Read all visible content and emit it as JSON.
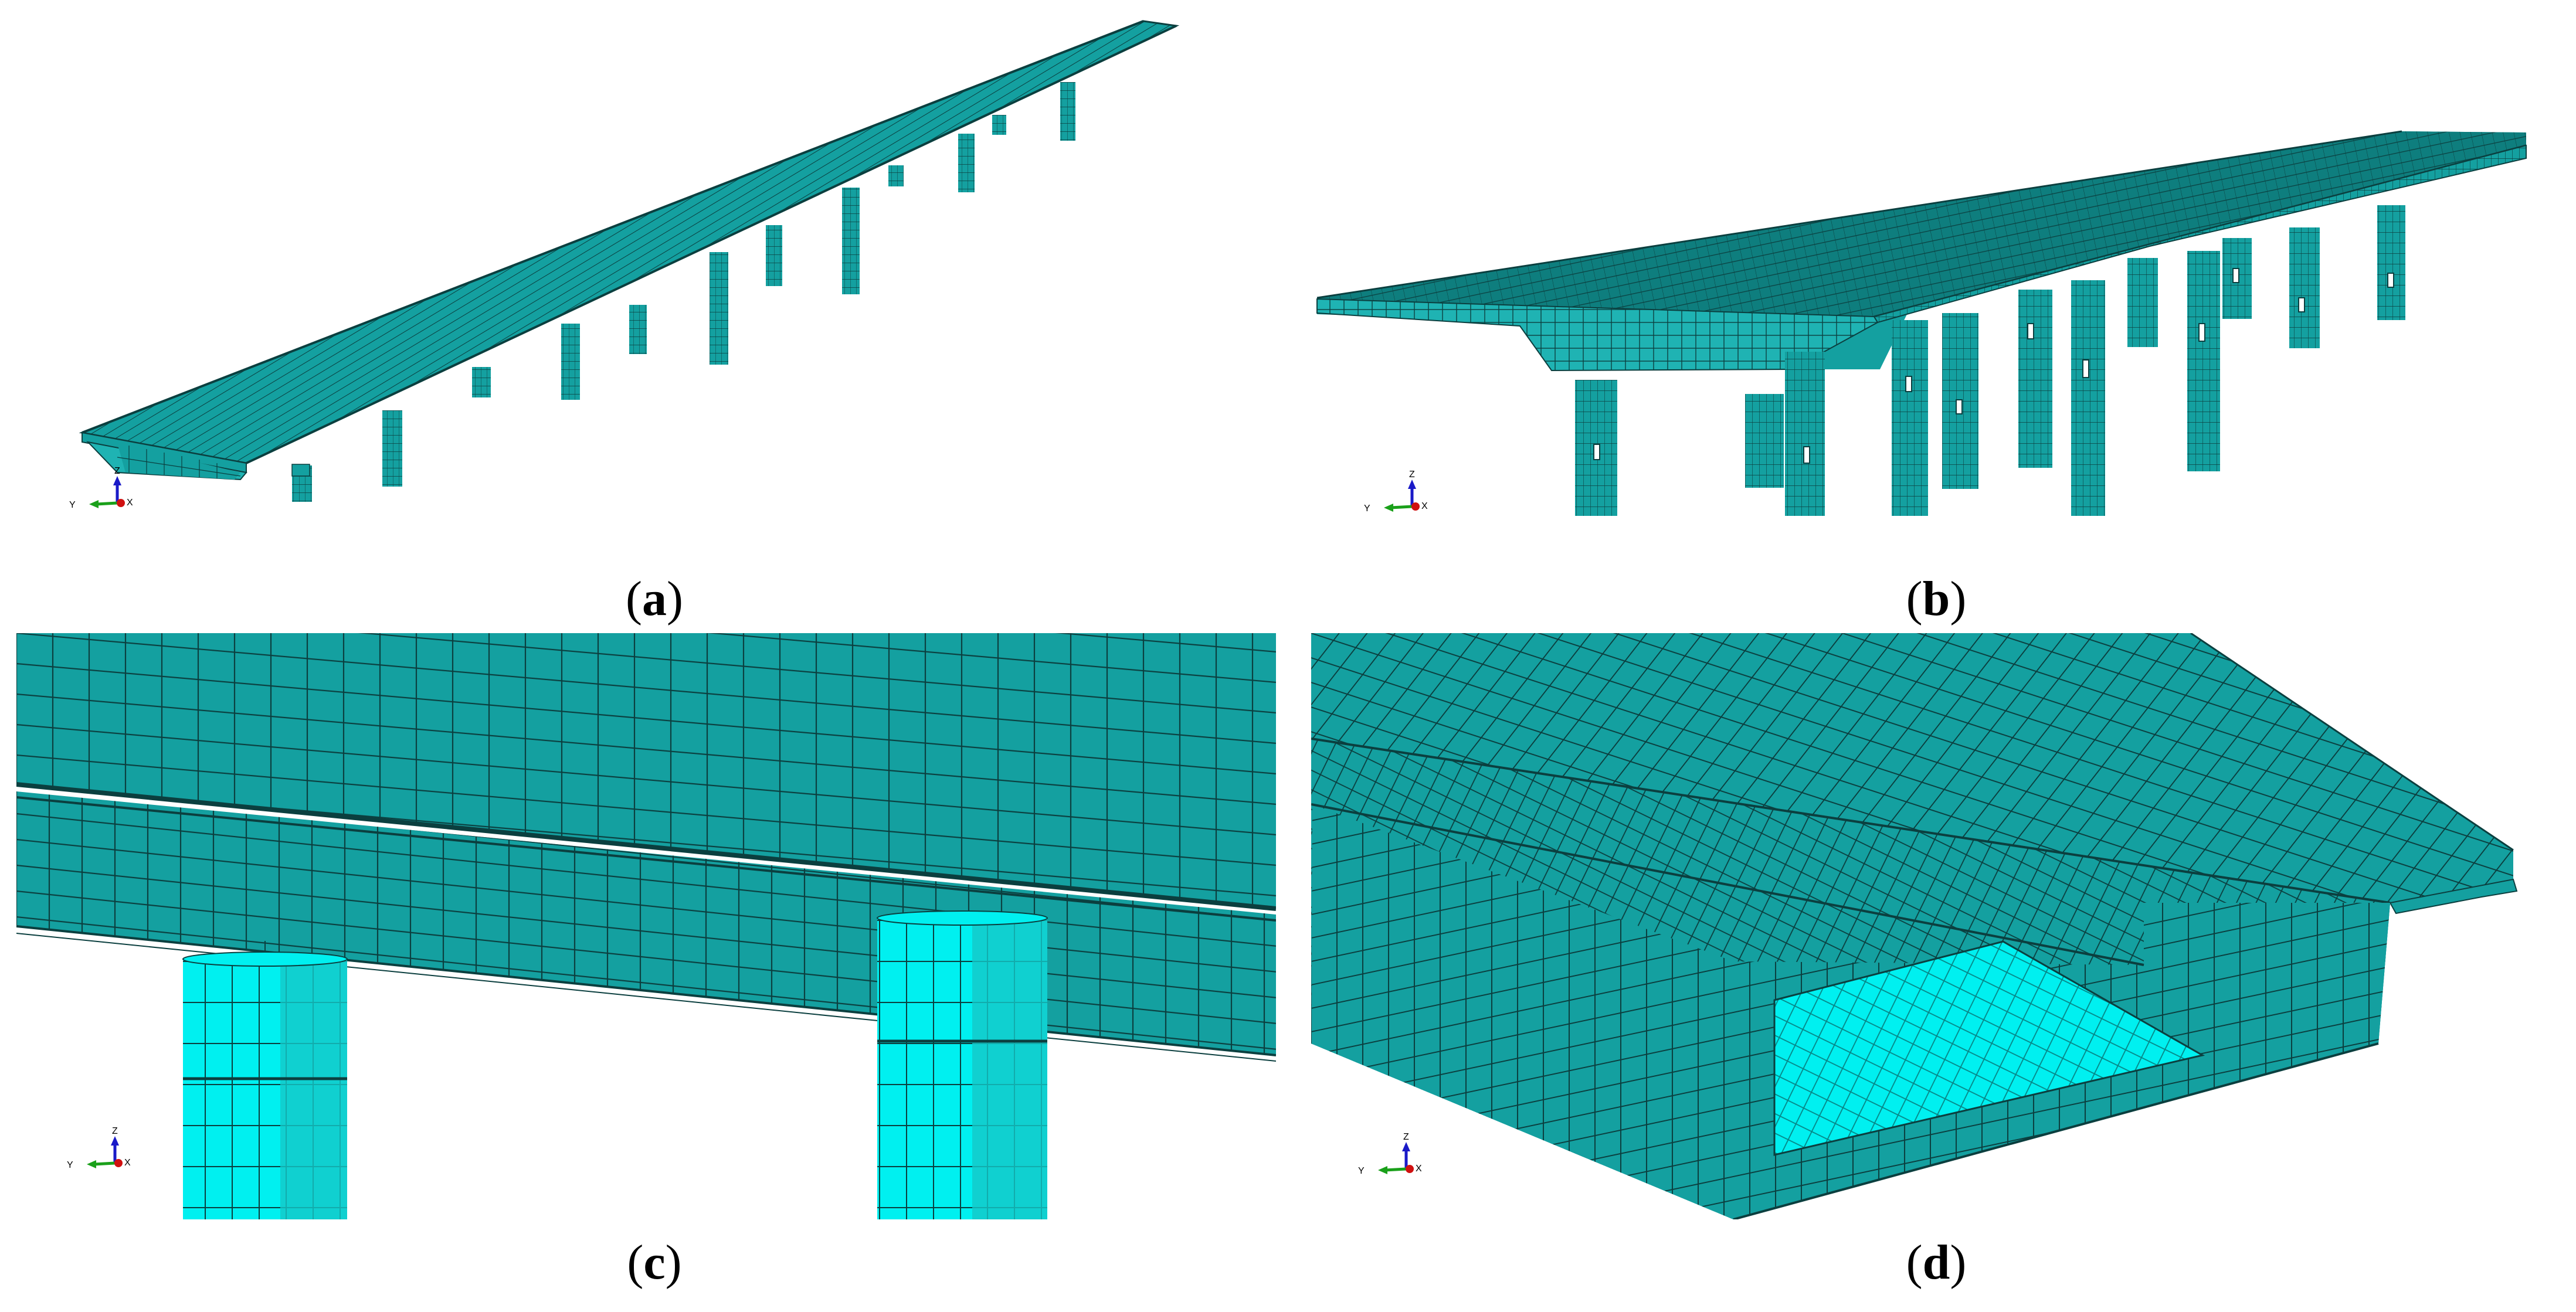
{
  "colors": {
    "mesh_fill": "#14A0A0",
    "mesh_fill_light": "#1FB3B3",
    "mesh_highlight": "#00F0F0",
    "mesh_line": "#0B3F3F",
    "background": "#FFFFFF",
    "axis_z": "#1A1AC8",
    "axis_y": "#1AA01A",
    "axis_x": "#D01010"
  },
  "triad": {
    "z": "Z",
    "y": "Y",
    "x": "X"
  },
  "panels": [
    {
      "id": "a",
      "open": "(",
      "letter": "a",
      "close": ")"
    },
    {
      "id": "b",
      "open": "(",
      "letter": "b",
      "close": ")"
    },
    {
      "id": "c",
      "open": "(",
      "letter": "c",
      "close": ")"
    },
    {
      "id": "d",
      "open": "(",
      "letter": "d",
      "close": ")"
    }
  ]
}
